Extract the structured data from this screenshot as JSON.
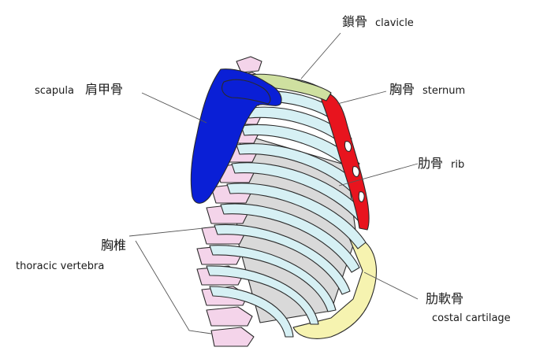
{
  "labels": {
    "clavicle": {
      "ja": "鎖骨",
      "en": "clavicle"
    },
    "sternum": {
      "ja": "胸骨",
      "en": "sternum"
    },
    "scapula": {
      "ja": "肩甲骨",
      "en": "scapula"
    },
    "rib": {
      "ja": "肋骨",
      "en": "rib"
    },
    "thoracic_vertebra": {
      "ja": "胸椎",
      "en": "thoracic vertebra"
    },
    "costal_cartilage": {
      "ja": "肋軟骨",
      "en": "costal cartilage"
    }
  },
  "colors": {
    "scapula": "#0a1fd6",
    "sternum": "#e8141e",
    "clavicle": "#cfe0a0",
    "rib": "#d6f0f4",
    "vertebra": "#f4d4ea",
    "cartilage": "#f6f3b0",
    "outline": "#2a2a2a"
  }
}
